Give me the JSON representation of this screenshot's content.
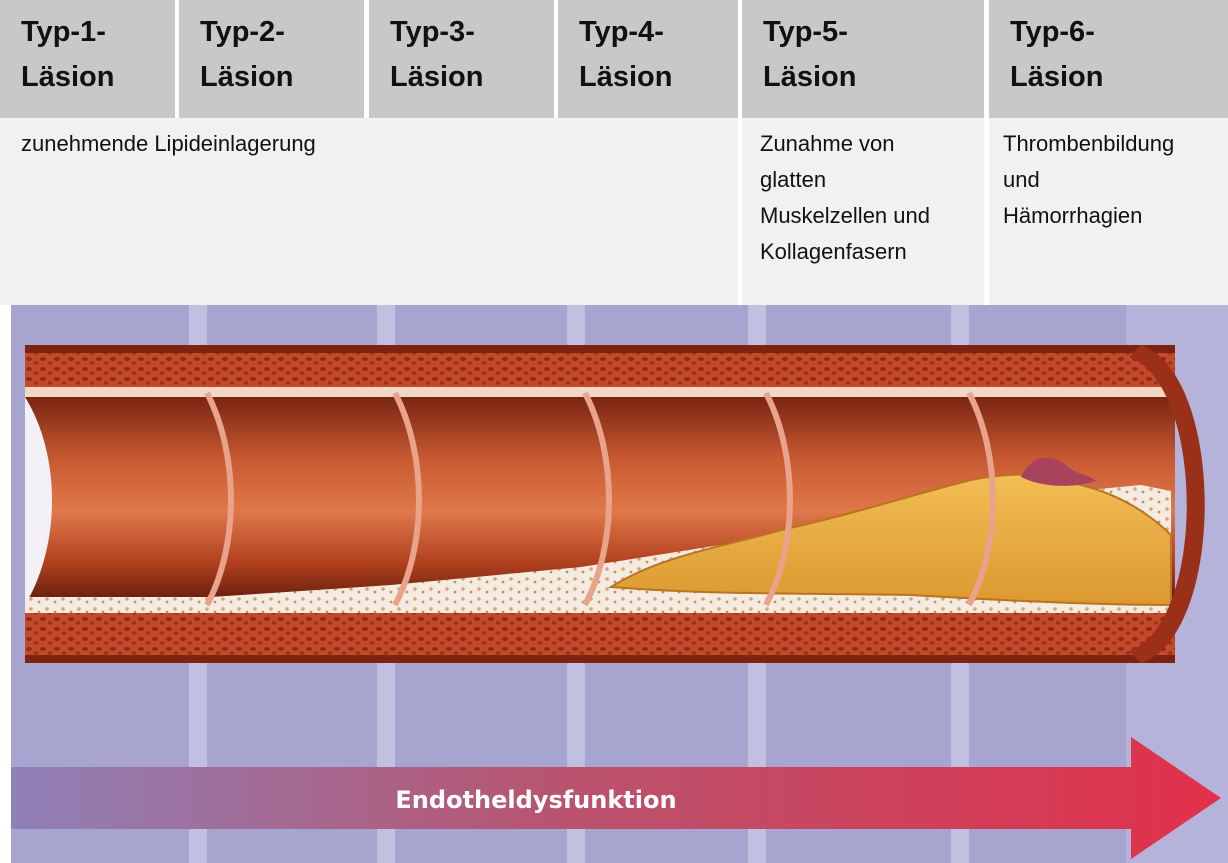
{
  "headers": [
    {
      "line1": "Typ-1-",
      "line2": "Läsion"
    },
    {
      "line1": "Typ-2-",
      "line2": "Läsion"
    },
    {
      "line1": "Typ-3-",
      "line2": "Läsion"
    },
    {
      "line1": "Typ-4-",
      "line2": "Läsion"
    },
    {
      "line1": "Typ-5-",
      "line2": "Läsion"
    },
    {
      "line1": "Typ-6-",
      "line2": "Läsion"
    }
  ],
  "descriptions": {
    "lipid": "zunehmende Lipideinlagerung",
    "typ5": [
      "Zunahme von",
      "glatten",
      "Muskelzellen und",
      "Kollagenfasern"
    ],
    "typ6": [
      "Thrombenbildung",
      "und",
      "Hämorrhagien"
    ]
  },
  "arrow_label": "Endotheldysfunktion",
  "colors": {
    "header_bg": "#c8c8c8",
    "desc_bg": "#f1f1f1",
    "illustration_bg": "#a7a4d0",
    "vessel": "#c0502e",
    "plaque": "#e8a938",
    "arrow": "#d53a57"
  }
}
